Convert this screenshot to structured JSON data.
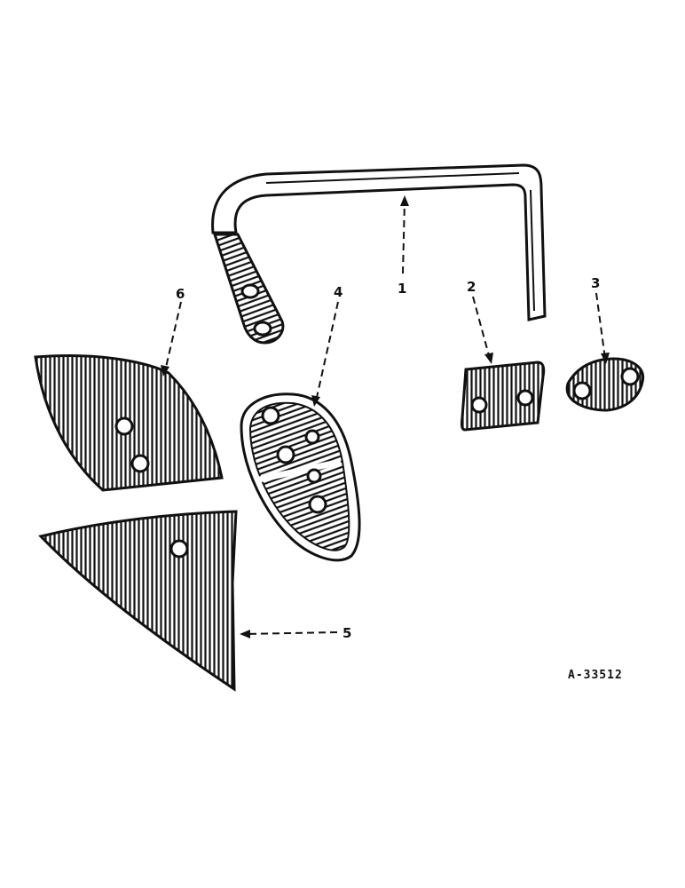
{
  "callouts": [
    "1",
    "2",
    "3",
    "4",
    "5",
    "6"
  ],
  "figure_code": "A-33512"
}
